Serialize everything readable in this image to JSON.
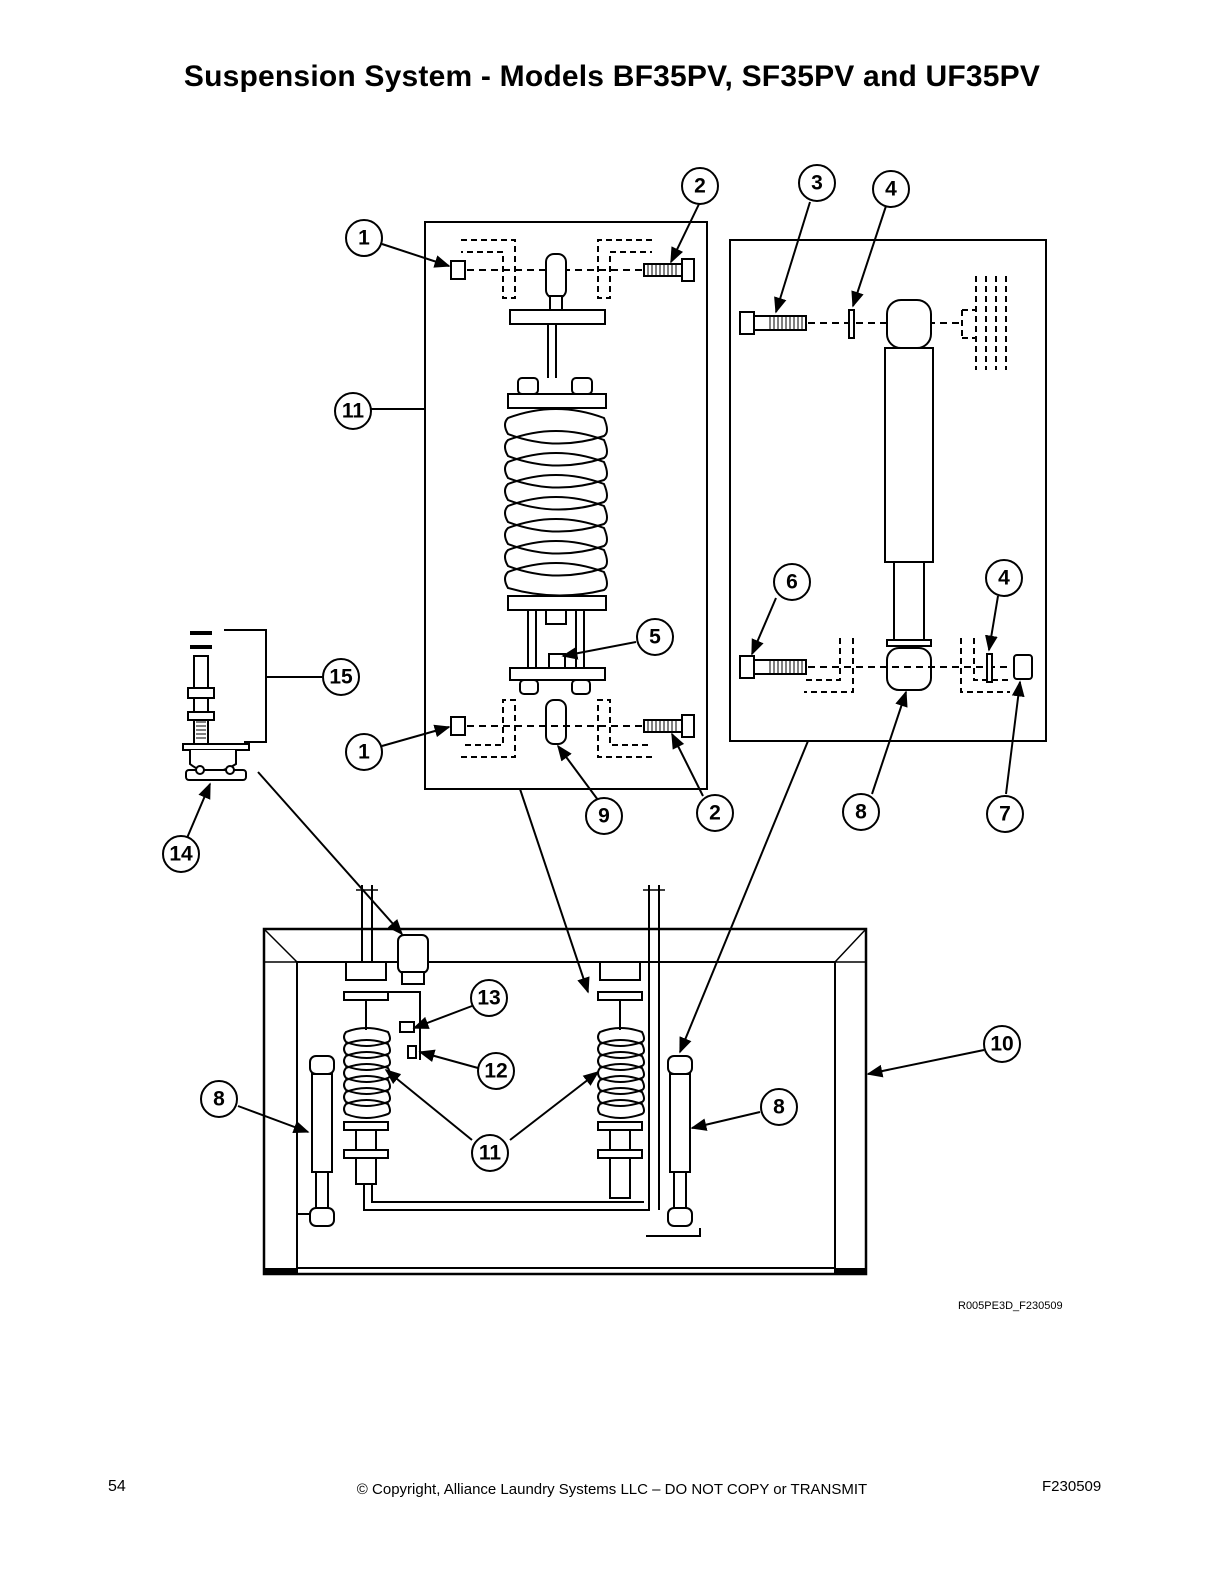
{
  "title": "Suspension System - Models BF35PV, SF35PV and UF35PV",
  "drawing_id": "R005PE3D_F230509",
  "footer": {
    "page_number": "54",
    "copyright": "© Copyright, Alliance Laundry Systems LLC – DO NOT COPY or TRANSMIT",
    "code": "F230509"
  },
  "callouts": [
    "1",
    "2",
    "3",
    "4",
    "5",
    "6",
    "7",
    "8",
    "9",
    "10",
    "11",
    "12",
    "13",
    "14",
    "15"
  ]
}
